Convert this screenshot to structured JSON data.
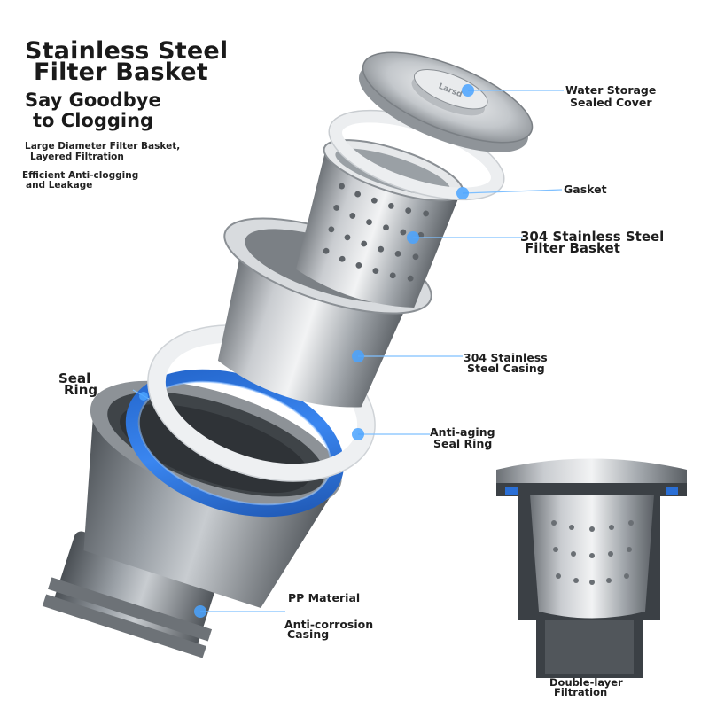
{
  "headline": {
    "line1": "Stainless Steel",
    "line2": "Filter Basket"
  },
  "subheadline": {
    "line1": "Say Goodbye",
    "line2": "to Clogging"
  },
  "features": [
    {
      "line1": "Large Diameter Filter Basket,",
      "line2": "Layered Filtration"
    },
    {
      "line1": "Efficient Anti-clogging",
      "line2": "and Leakage"
    }
  ],
  "callouts": {
    "water_storage": {
      "line1": "Water Storage",
      "line2": "Sealed Cover"
    },
    "gasket": {
      "line1": "Gasket"
    },
    "filter_basket": {
      "line1": "304 Stainless Steel",
      "line2": "Filter Basket"
    },
    "casing": {
      "line1": "304 Stainless",
      "line2": "Steel Casing"
    },
    "seal_ring": {
      "line1": "Seal",
      "line2": "Ring"
    },
    "anti_aging": {
      "line1": "Anti-aging",
      "line2": "Seal Ring"
    },
    "pp_material": {
      "line1": "PP Material"
    },
    "anti_corrosion": {
      "line1": "Anti-corrosion",
      "line2": "Casing"
    },
    "double_layer": {
      "line1": "Double-layer",
      "line2": "Filtration"
    }
  },
  "brand_mark": "Larsd",
  "colors": {
    "steel_light": "#e4e6e8",
    "steel_mid": "#a9adb2",
    "steel_dark": "#5e6368",
    "seal_blue": "#2a6fd6",
    "callout_dot": "#4aa3ff",
    "callout_line": "#7fc0ff",
    "text": "#1a1a1a"
  }
}
